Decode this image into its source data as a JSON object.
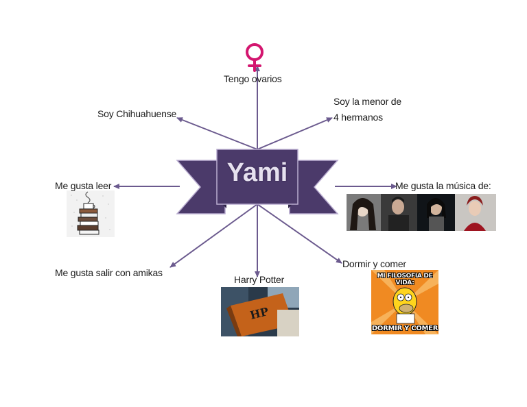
{
  "center": {
    "label": "Yami"
  },
  "colors": {
    "banner_fill": "#4b3a6a",
    "banner_edge": "#2f2447",
    "arrow": "#6b5a8e",
    "female_symbol": "#d3166f",
    "meme_bg": "#f08a22"
  },
  "nodes": {
    "ovarios": {
      "label": "Tengo ovarios",
      "icon": "female-symbol-icon"
    },
    "chihuahuense": {
      "label": "Soy Chihuahuense"
    },
    "menor_line1": {
      "label": "Soy la menor de"
    },
    "menor_line2": {
      "label": "4 hermanos"
    },
    "leer": {
      "label": "Me gusta leer",
      "icon": "books-and-coffee-icon"
    },
    "musica": {
      "label": "Me gusta la música de:",
      "image": "four-singers-photos"
    },
    "amikas": {
      "label": "Me gusta salir con amikas"
    },
    "harry": {
      "label": "Harry Potter",
      "image": "harry-potter-book-photo"
    },
    "dormir": {
      "label": "Dormir y comer",
      "image": "homer-simpson-meme"
    }
  },
  "meme": {
    "top_text": "MI FILOSOFIA DE VIDA:",
    "bottom_text": "DORMIR Y COMER"
  }
}
